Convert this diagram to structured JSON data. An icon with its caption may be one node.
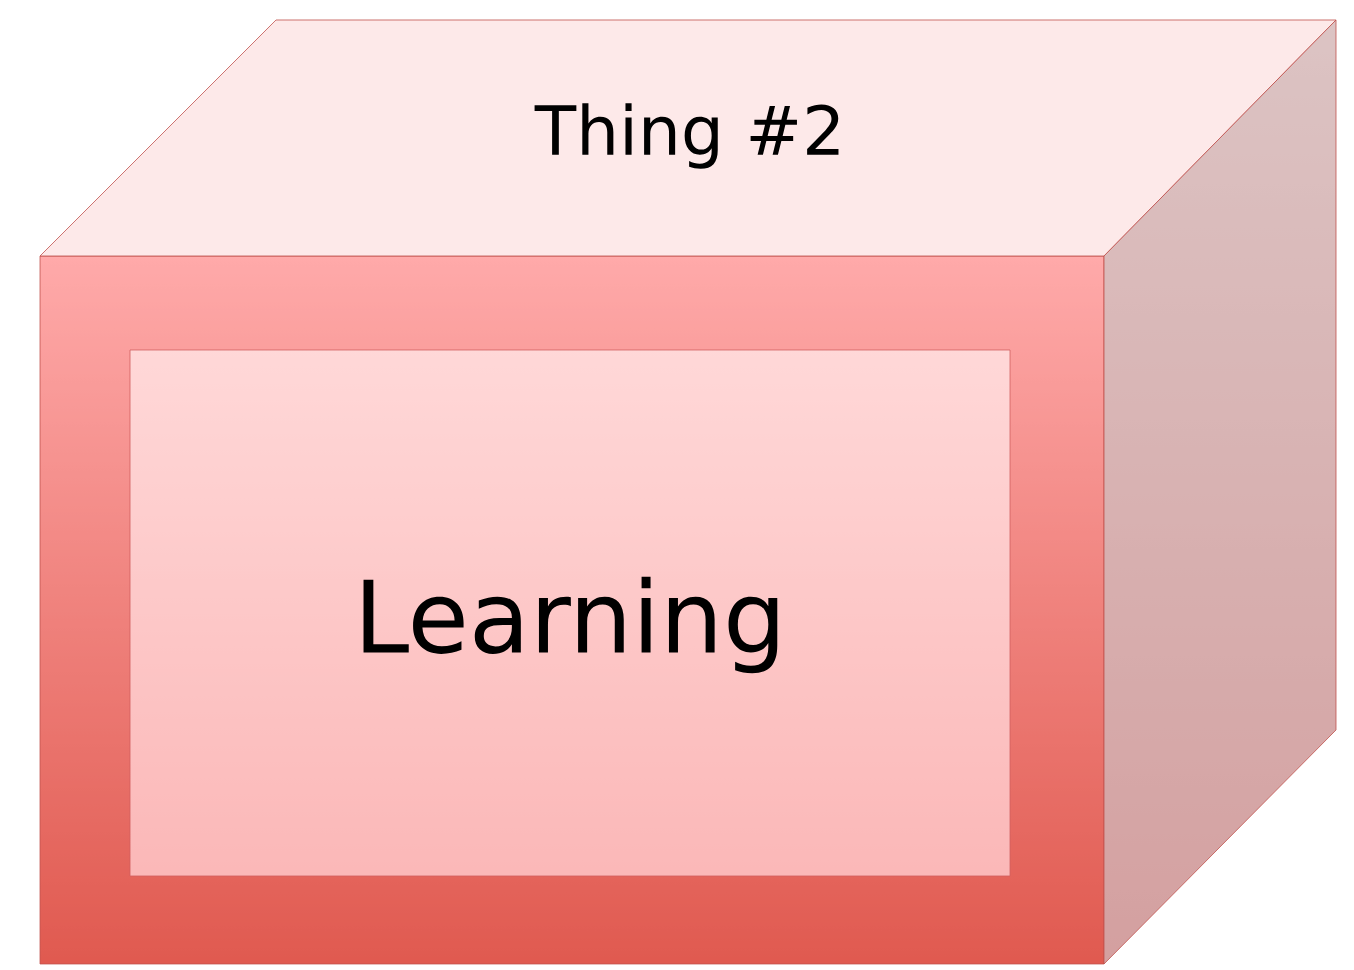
{
  "diagram": {
    "nodes": [
      {
        "text": [
          "Thing #2"
        ]
      },
      {
        "text": [
          "Learning"
        ],
        "in": 0
      }
    ]
  }
}
